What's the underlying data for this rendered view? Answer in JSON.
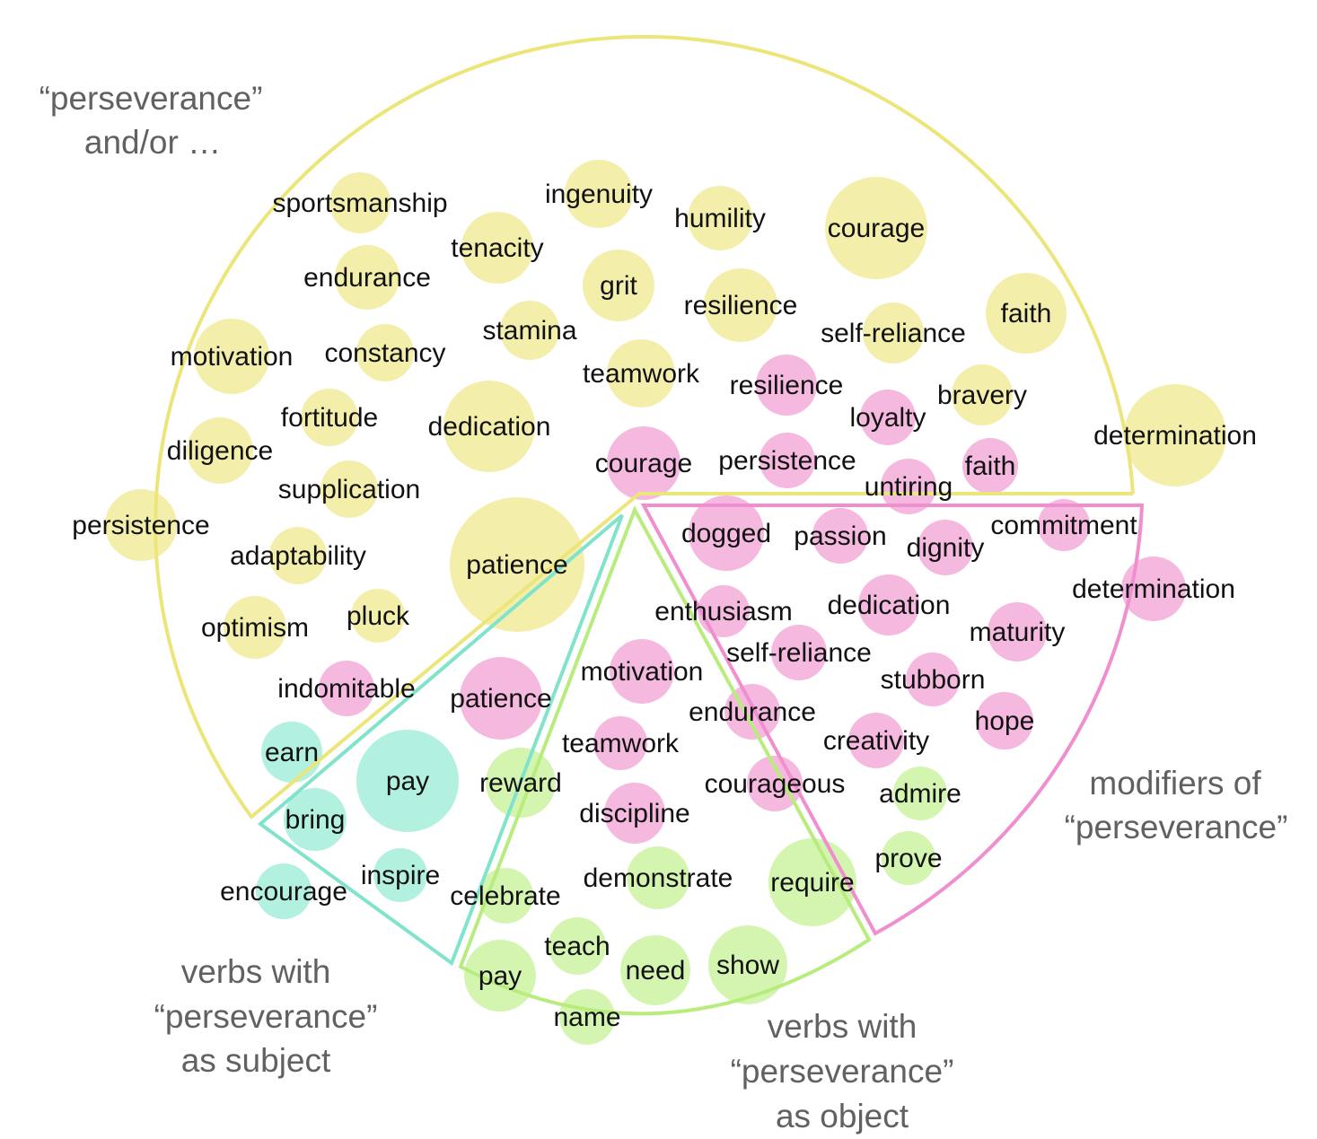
{
  "colors": {
    "and_or": "#f3efab",
    "modifiers": "#f5b8df",
    "subject_verbs": "#b2f0e0",
    "object_verbs": "#d4f5b0",
    "and_or_outline": "#ece67a",
    "modifiers_outline": "#ef8fcf",
    "subject_outline": "#80e3cc",
    "object_outline": "#b8ec7c"
  },
  "captions": {
    "and_or": [
      "“perseverance”",
      "and/or …"
    ],
    "modifiers": [
      "modifiers of",
      "“perseverance”"
    ],
    "subject_verbs": [
      "verbs with",
      "“perseverance”",
      "as subject"
    ],
    "object_verbs": [
      "verbs with",
      "“perseverance”",
      "as object"
    ]
  },
  "groups": {
    "and_or": [
      "sportsmanship",
      "ingenuity",
      "humility",
      "courage",
      "tenacity",
      "endurance",
      "grit",
      "resilience",
      "faith",
      "stamina",
      "self-reliance",
      "motivation",
      "constancy",
      "teamwork",
      "bravery",
      "fortitude",
      "dedication",
      "diligence",
      "determination",
      "supplication",
      "persistence",
      "adaptability",
      "patience",
      "optimism",
      "pluck"
    ],
    "modifiers": [
      "resilience",
      "loyalty",
      "persistence",
      "courage",
      "faith",
      "untiring",
      "dogged",
      "passion",
      "dignity",
      "commitment",
      "determination",
      "enthusiasm",
      "dedication",
      "maturity",
      "self-reliance",
      "indomitable",
      "motivation",
      "stubborn",
      "patience",
      "endurance",
      "hope",
      "teamwork",
      "creativity",
      "courageous",
      "discipline"
    ],
    "subject_verbs": [
      "earn",
      "pay",
      "bring",
      "inspire",
      "encourage"
    ],
    "object_verbs": [
      "reward",
      "admire",
      "prove",
      "demonstrate",
      "require",
      "celebrate",
      "teach",
      "pay",
      "need",
      "show",
      "name"
    ]
  }
}
